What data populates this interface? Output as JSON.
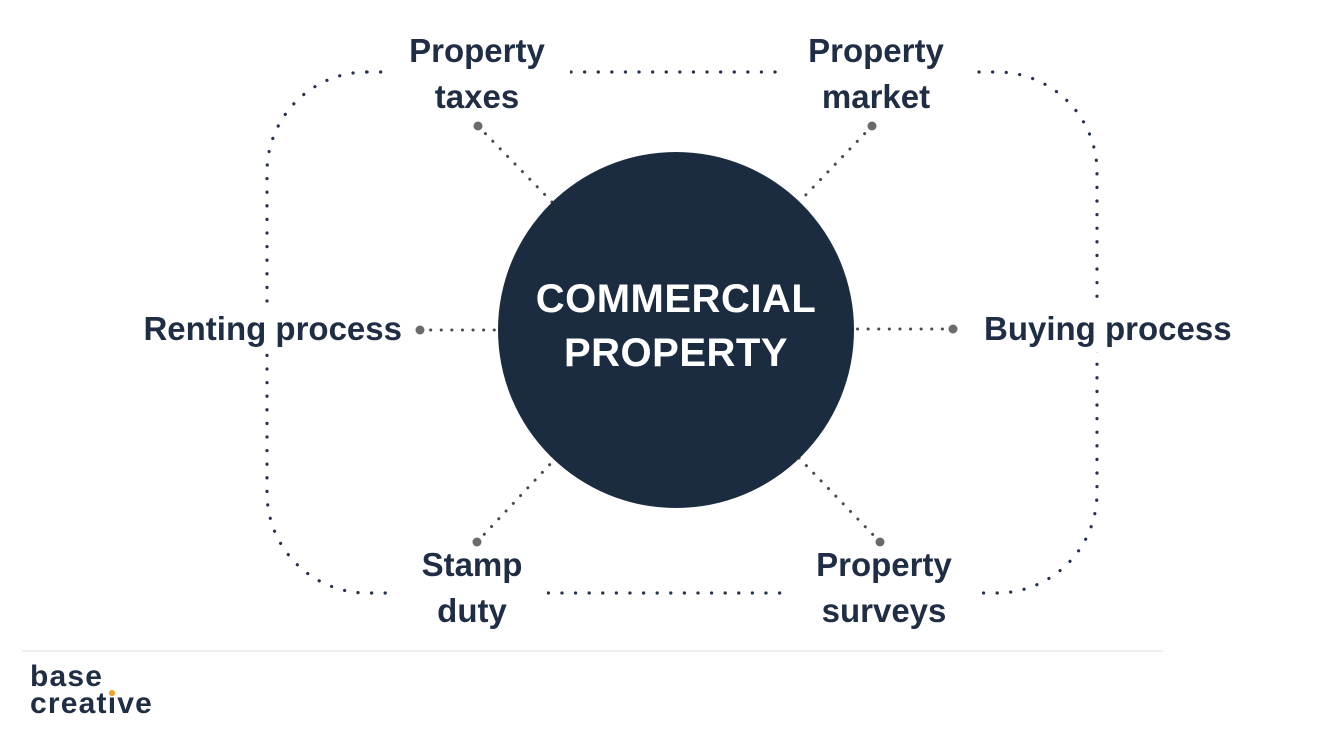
{
  "diagram": {
    "center": {
      "title_line1": "COMMERCIAL",
      "title_line2": "PROPERTY"
    },
    "topics": [
      {
        "id": "property-taxes",
        "label": "Property taxes"
      },
      {
        "id": "property-market",
        "label": "Property market"
      },
      {
        "id": "renting-process",
        "label": "Renting process"
      },
      {
        "id": "buying-process",
        "label": "Buying process"
      },
      {
        "id": "stamp-duty",
        "label": "Stamp duty"
      },
      {
        "id": "property-surveys",
        "label": "Property surveys"
      }
    ],
    "colors": {
      "circle": "#1b2b40",
      "label_text": "#1f2d45",
      "border_dot": "#26334d",
      "connector_line": "#4a4a4a",
      "connector_dot": "#6b6b6b",
      "accent": "#f0a42c",
      "divider": "#ecf0f6"
    }
  },
  "footer": {
    "logo": {
      "text": "base creative",
      "line1": "base",
      "line2_pre": "creat",
      "line2_i": "ı",
      "line2_post": "ve"
    }
  }
}
